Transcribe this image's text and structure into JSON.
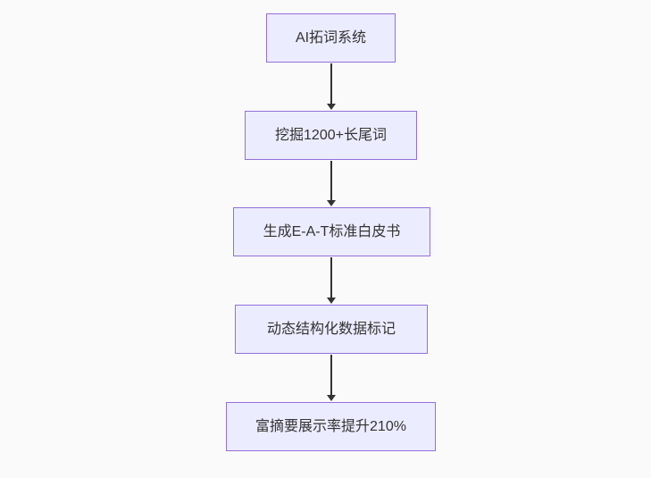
{
  "diagram": {
    "type": "flowchart",
    "direction": "top-down",
    "background_color": "#fafafa",
    "node_fill_color": "#ececff",
    "node_border_color": "#9370db",
    "text_color": "#333333",
    "arrow_color": "#333333",
    "nodes": [
      {
        "label": "AI拓词系统"
      },
      {
        "label": "挖掘1200+长尾词"
      },
      {
        "label": "生成E-A-T标准白皮书"
      },
      {
        "label": "动态结构化数据标记"
      },
      {
        "label": "富摘要展示率提升210%"
      }
    ],
    "edges": [
      {
        "from": 0,
        "to": 1
      },
      {
        "from": 1,
        "to": 2
      },
      {
        "from": 2,
        "to": 3
      },
      {
        "from": 3,
        "to": 4
      }
    ]
  }
}
